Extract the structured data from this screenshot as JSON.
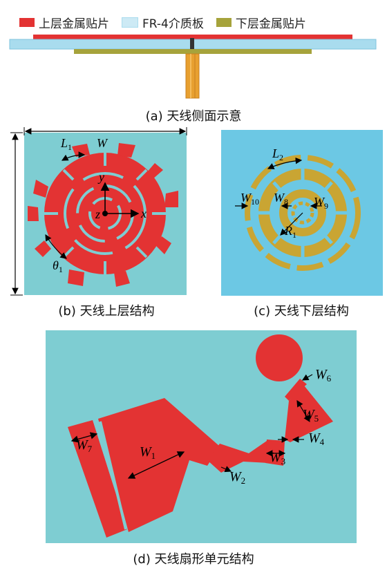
{
  "legend": {
    "top_patch": "上层金属贴片",
    "substrate": "FR-4介质板",
    "bottom_patch": "下层金属贴片"
  },
  "colors": {
    "top_patch": "#e33333",
    "substrate": "#a9dcee",
    "bottom_patch": "#a6a33b",
    "top_bg": "#7ecdd2",
    "bottom_bg": "#6cc8e4",
    "feed": "#e8a030"
  },
  "captions": {
    "a": "(a) 天线侧面示意",
    "b": "(b) 天线上层结构",
    "c": "(c) 天线下层结构",
    "d": "(d) 天线扇形单元结构"
  },
  "labels_b": {
    "L1": "L",
    "L1_sub": "1",
    "W": "W",
    "theta": "θ",
    "theta_sub": "1",
    "x": "x",
    "y": "y",
    "z": "z"
  },
  "labels_c": {
    "L2": "L",
    "L2_sub": "2",
    "W10": "W",
    "W10_sub": "10",
    "W8": "W",
    "W8_sub": "8",
    "W9": "W",
    "W9_sub": "9",
    "R1": "R",
    "R1_sub": "1"
  },
  "labels_d": {
    "W1": "W",
    "W1_sub": "1",
    "W2": "W",
    "W2_sub": "2",
    "W3": "W",
    "W3_sub": "3",
    "W4": "W",
    "W4_sub": "4",
    "W5": "W",
    "W5_sub": "5",
    "W6": "W",
    "W6_sub": "6",
    "W7": "W",
    "W7_sub": "7"
  }
}
